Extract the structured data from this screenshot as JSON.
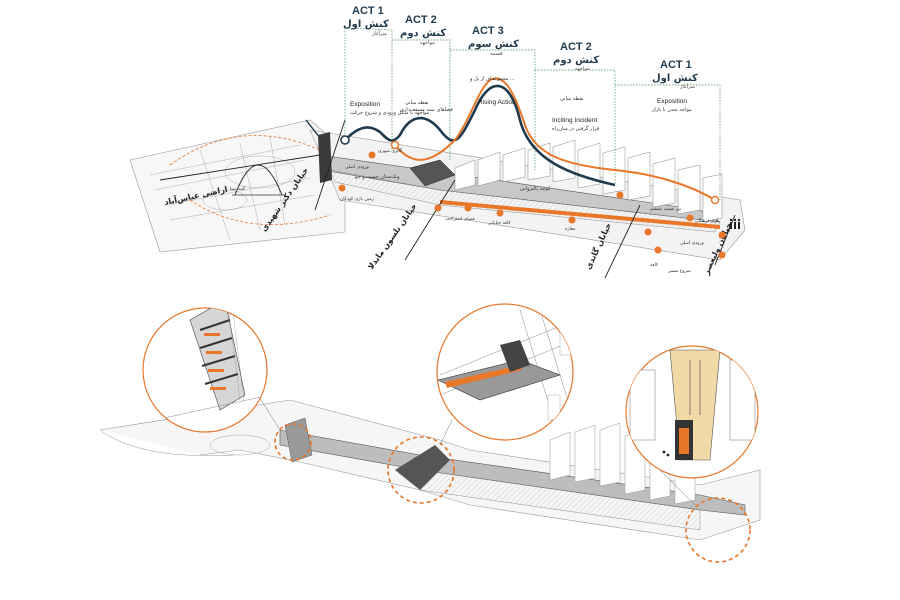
{
  "acts": [
    {
      "num": "ACT 1",
      "fa": "کنش اول",
      "sub": "سرآغاز"
    },
    {
      "num": "ACT 2",
      "fa": "کنش دوم",
      "sub": "مواجهه"
    },
    {
      "num": "ACT 3",
      "fa": "کنش سوم",
      "sub": "قسمه"
    },
    {
      "num": "ACT 2",
      "fa": "کنش دوم",
      "sub": "مواجهه"
    },
    {
      "num": "ACT 1",
      "fa": "کنش اول",
      "sub": "سرآغاز"
    }
  ],
  "phases": {
    "exposition_left": {
      "en": "Exposition",
      "fa": "مواجهه با شکل ورودی و شروع حرکت"
    },
    "midpoint_left": {
      "en": "",
      "fa": "نقطه میانی",
      "fa2": "فضاهای نیمه مسقف‌داری"
    },
    "rising": {
      "en": "Rising Action",
      "fa": "مجموعه‌ای از پل و ..."
    },
    "midpoint_right": {
      "en": "Inciting Incident",
      "fa": "نقطه میانی",
      "fa2": "قرار گرفتن در میان‌راه"
    },
    "exposition_right": {
      "en": "Exposition",
      "fa": "مواجه شدن با بازار"
    }
  },
  "streets": {
    "west": "اراضی عباس‌آباد",
    "dome": "گنبد مینا",
    "shahid": "خیابان دکتر شهیدی",
    "mid": "خیابان نلسون ماندلا",
    "gandhi": "خیابان گاندی",
    "valiasr": "خیابان ولیعصر",
    "alley": "کوچه پالیزوانی",
    "jostejoo": "ونک‌ستان جست و جو",
    "binbast": "بن بست ششم"
  },
  "labels": {
    "gallery": "گالری شهری",
    "entrance": "ورودی اصلی",
    "playground": "زمین بازی کودکان",
    "rest": "فضای استراحت",
    "cafe": "کافه خیابانی",
    "shop": "مغازه",
    "cafe2": "کافه",
    "bazaar": "بازار فرهنگی",
    "entrance2": "ورودی اصلی",
    "start": "شروع مسیر"
  },
  "colors": {
    "navy": "#1f3a4d",
    "orange": "#e8772a",
    "green": "#3f8a5a",
    "sketch": "#6b6b6b",
    "fill": "#ededed"
  }
}
